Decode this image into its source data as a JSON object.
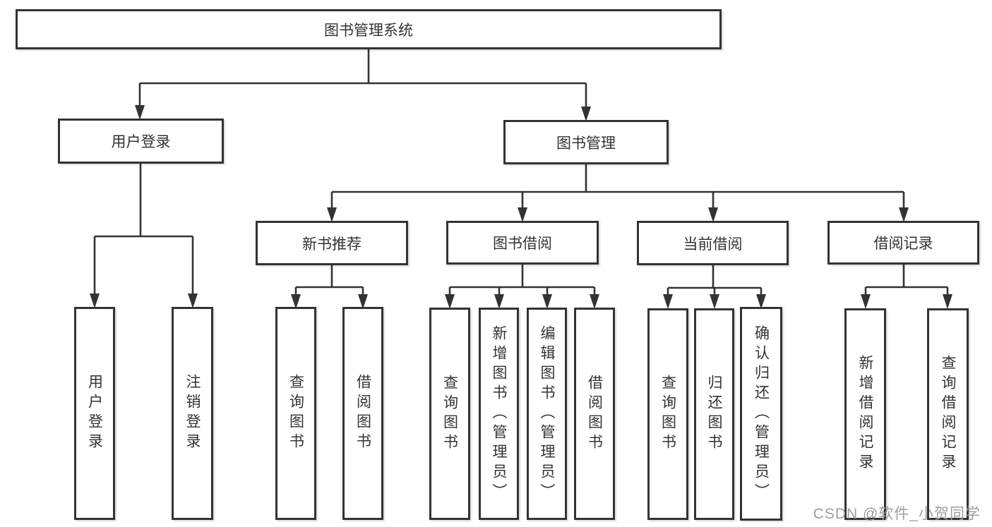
{
  "colors": {
    "line": "#333333",
    "text": "#333333",
    "watermark": "#9e9e9e",
    "background": "#ffffff"
  },
  "watermark": "CSDN @软件_小贺同学",
  "nodes": {
    "root": "图书管理系统",
    "user_login": "用户登录",
    "book_mgmt": "图书管理",
    "new_books": "新书推荐",
    "book_borrow": "图书借阅",
    "current_borrow": "当前借阅",
    "borrow_records": "借阅记录",
    "leaf_user_login": "用户登录",
    "leaf_logout": "注销登录",
    "leaf_query_1": "查询图书",
    "leaf_borrow_1": "借阅图书",
    "leaf_query_2": "查询图书",
    "leaf_add_book": "新增图书（管理员）",
    "leaf_edit_book": "编辑图书（管理员）",
    "leaf_borrow_2": "借阅图书",
    "leaf_query_3": "查询图书",
    "leaf_return": "归还图书",
    "leaf_confirm_return": "确认归还（管理员）",
    "leaf_add_record": "新增借阅记录",
    "leaf_query_record": "查询借阅记录"
  },
  "structure": {
    "root": [
      "user_login",
      "book_mgmt"
    ],
    "user_login": [
      "leaf_user_login",
      "leaf_logout"
    ],
    "book_mgmt": [
      "new_books",
      "book_borrow",
      "current_borrow",
      "borrow_records"
    ],
    "new_books": [
      "leaf_query_1",
      "leaf_borrow_1"
    ],
    "book_borrow": [
      "leaf_query_2",
      "leaf_add_book",
      "leaf_edit_book",
      "leaf_borrow_2"
    ],
    "current_borrow": [
      "leaf_query_3",
      "leaf_return",
      "leaf_confirm_return"
    ],
    "borrow_records": [
      "leaf_add_record",
      "leaf_query_record"
    ]
  }
}
